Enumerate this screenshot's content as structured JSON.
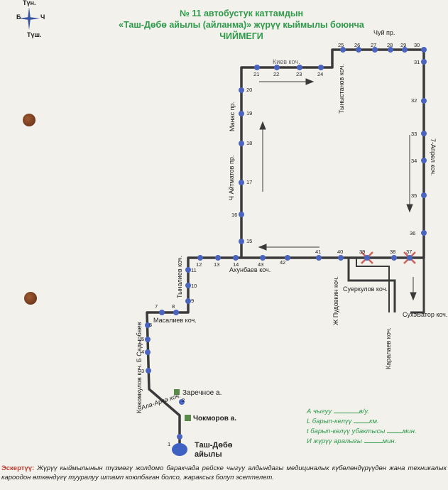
{
  "title": {
    "line1": "№ 11 автобустук каттамдын",
    "line2": "«Таш-Дөбө айылы (айланма)» жүрүү кыймылы боюнча",
    "line3": "ЧИЙМЕГИ"
  },
  "compass": {
    "north": "Түн.",
    "south": "Түш.",
    "west": "Б",
    "east": "Ч"
  },
  "streets": {
    "chui": "Чуй пр.",
    "kiev": "Киев коч.",
    "tynystanov": "Тыныстанов коч.",
    "manas": "Манас пр.",
    "aitmatov": "Ч Айтматов пр.",
    "aprel7": "7-Апрел коч.",
    "tynaliev": "Тыналиев коч.",
    "akhunbaev": "Ахунбаев коч.",
    "pudovkin": "Ж Пудовкин коч.",
    "suerkulov": "Суеркулов коч.",
    "karalaev": "Каралаев коч.",
    "sukhebator": "СухэБатор коч.",
    "masaliev": "Масалиев коч.",
    "kojomkul": "Кожомкулов коч. Б Садырбаев",
    "alaarcha": "Ала-Арча коч."
  },
  "places": {
    "zarechnoe": "Заречное а.",
    "chokmorov": "Чокморов а.",
    "terminal_line1": "Таш-Дөбө",
    "terminal_line2": "айылы"
  },
  "stops": [
    "1",
    "2",
    "3",
    "4",
    "5",
    "6",
    "7",
    "8",
    "9",
    "10",
    "11",
    "12",
    "13",
    "14",
    "15",
    "16",
    "17",
    "18",
    "19",
    "20",
    "21",
    "22",
    "23",
    "24",
    "25",
    "26",
    "27",
    "28",
    "29",
    "30",
    "31",
    "32",
    "33",
    "34",
    "35",
    "36",
    "37",
    "38",
    "39",
    "40",
    "41",
    "42",
    "43"
  ],
  "legend": {
    "line1_label": "А чыгуу",
    "line1_unit": "в/у.",
    "line2_label": "L барып-келүү",
    "line2_unit": "км.",
    "line3_label": "t барып-келүү убактысы",
    "line3_unit": "мин.",
    "line4_label": "И жүрүү аралыгы",
    "line4_unit": "мин."
  },
  "note": {
    "label": "Эскертүү:",
    "text": "Жүрүү кыймылынын түзмөгү жолдомо баракчада рейске чыгуу алдындагы медициналык күбөлөндүрүүдөн жана техникалык кароодон өткөндүгү тууралуу штамп коюлбаган болсо, жараксыз болуп эсептелет."
  },
  "colors": {
    "route": "#3a3a3a",
    "stop": "#4a64c0",
    "closed": "#d0605a",
    "accent": "#2e9a4a"
  }
}
